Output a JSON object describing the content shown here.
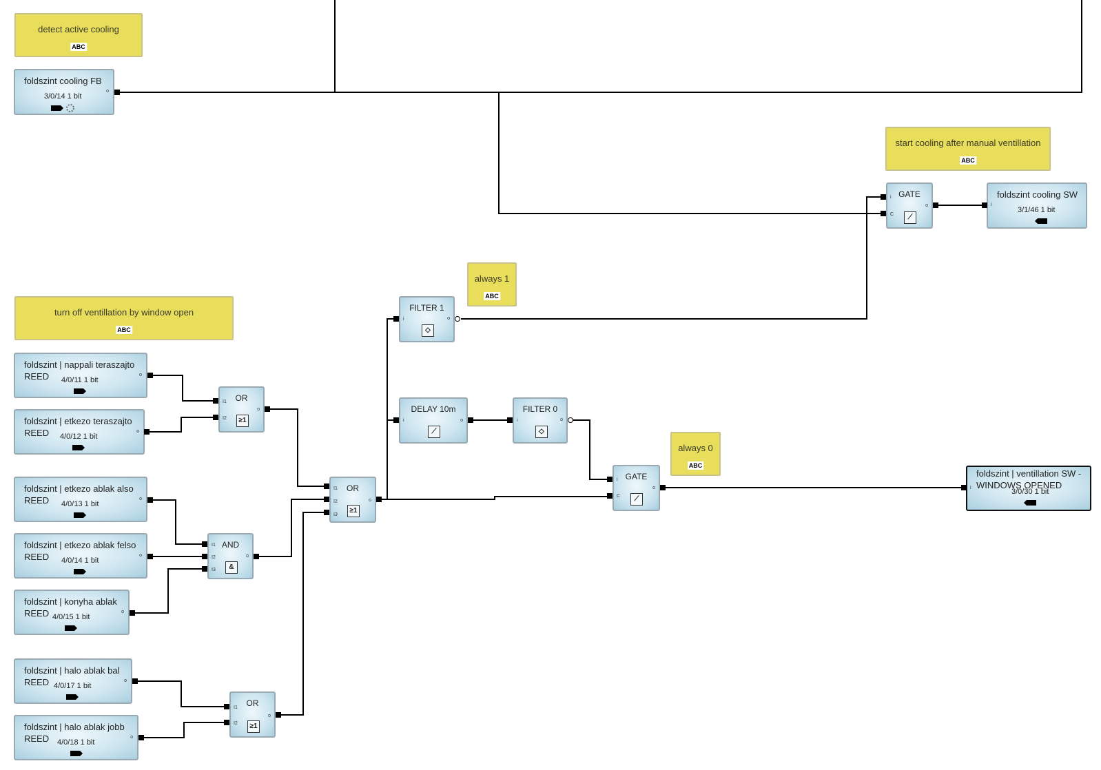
{
  "comments": {
    "detect_cooling": "detect active cooling",
    "start_cooling": "start cooling after manual ventillation",
    "always1": "always 1",
    "turn_off_vent": "turn off ventillation by window open",
    "always0": "always 0",
    "abc": "ABC"
  },
  "objects": {
    "cooling_fb": {
      "name": "foldszint cooling FB",
      "addr": "3/0/14 1 bit"
    },
    "cooling_sw": {
      "name": "foldszint cooling SW",
      "addr": "3/1/46 1 bit"
    },
    "nappali": {
      "name": "foldszint | nappali teraszajto",
      "sub": "REED",
      "addr": "4/0/11 1 bit"
    },
    "etkezo_terasz": {
      "name": "foldszint | etkezo teraszajto",
      "sub": "REED",
      "addr": "4/0/12 1 bit"
    },
    "etkezo_also": {
      "name": "foldszint | etkezo ablak also",
      "sub": "REED",
      "addr": "4/0/13 1 bit"
    },
    "etkezo_felso": {
      "name": "foldszint | etkezo ablak felso",
      "sub": "REED",
      "addr": "4/0/14 1 bit"
    },
    "konyha": {
      "name": "foldszint | konyha ablak",
      "sub": "REED",
      "addr": "4/0/15 1 bit"
    },
    "halo_bal": {
      "name": "foldszint | halo ablak bal",
      "sub": "REED",
      "addr": "4/0/17 1 bit"
    },
    "halo_jobb": {
      "name": "foldszint | halo ablak jobb",
      "sub": "REED",
      "addr": "4/0/18 1 bit"
    },
    "vent_sw": {
      "name": "foldszint | ventillation SW -",
      "sub": "WINDOWS OPENED",
      "addr": "3/0/30 1 bit"
    }
  },
  "gates": {
    "gate_top": "GATE",
    "gate_mid": "GATE",
    "filter1": "FILTER 1",
    "filter0": "FILTER 0",
    "delay": "DELAY 10m",
    "or1": "OR",
    "or_main": "OR",
    "or_bottom": "OR",
    "and1": "AND"
  },
  "symbols": {
    "or": "≥1",
    "and": "&",
    "filter": "◇",
    "gate": "⟋",
    "delay": "⟋"
  },
  "ports": {
    "i": "i",
    "i1": "I1",
    "i2": "I2",
    "i3": "I3",
    "c": "C",
    "o": "o"
  },
  "colors": {
    "object_bg": "#c6e1ec",
    "comment_bg": "#e8de5c",
    "wire": "#000000"
  }
}
